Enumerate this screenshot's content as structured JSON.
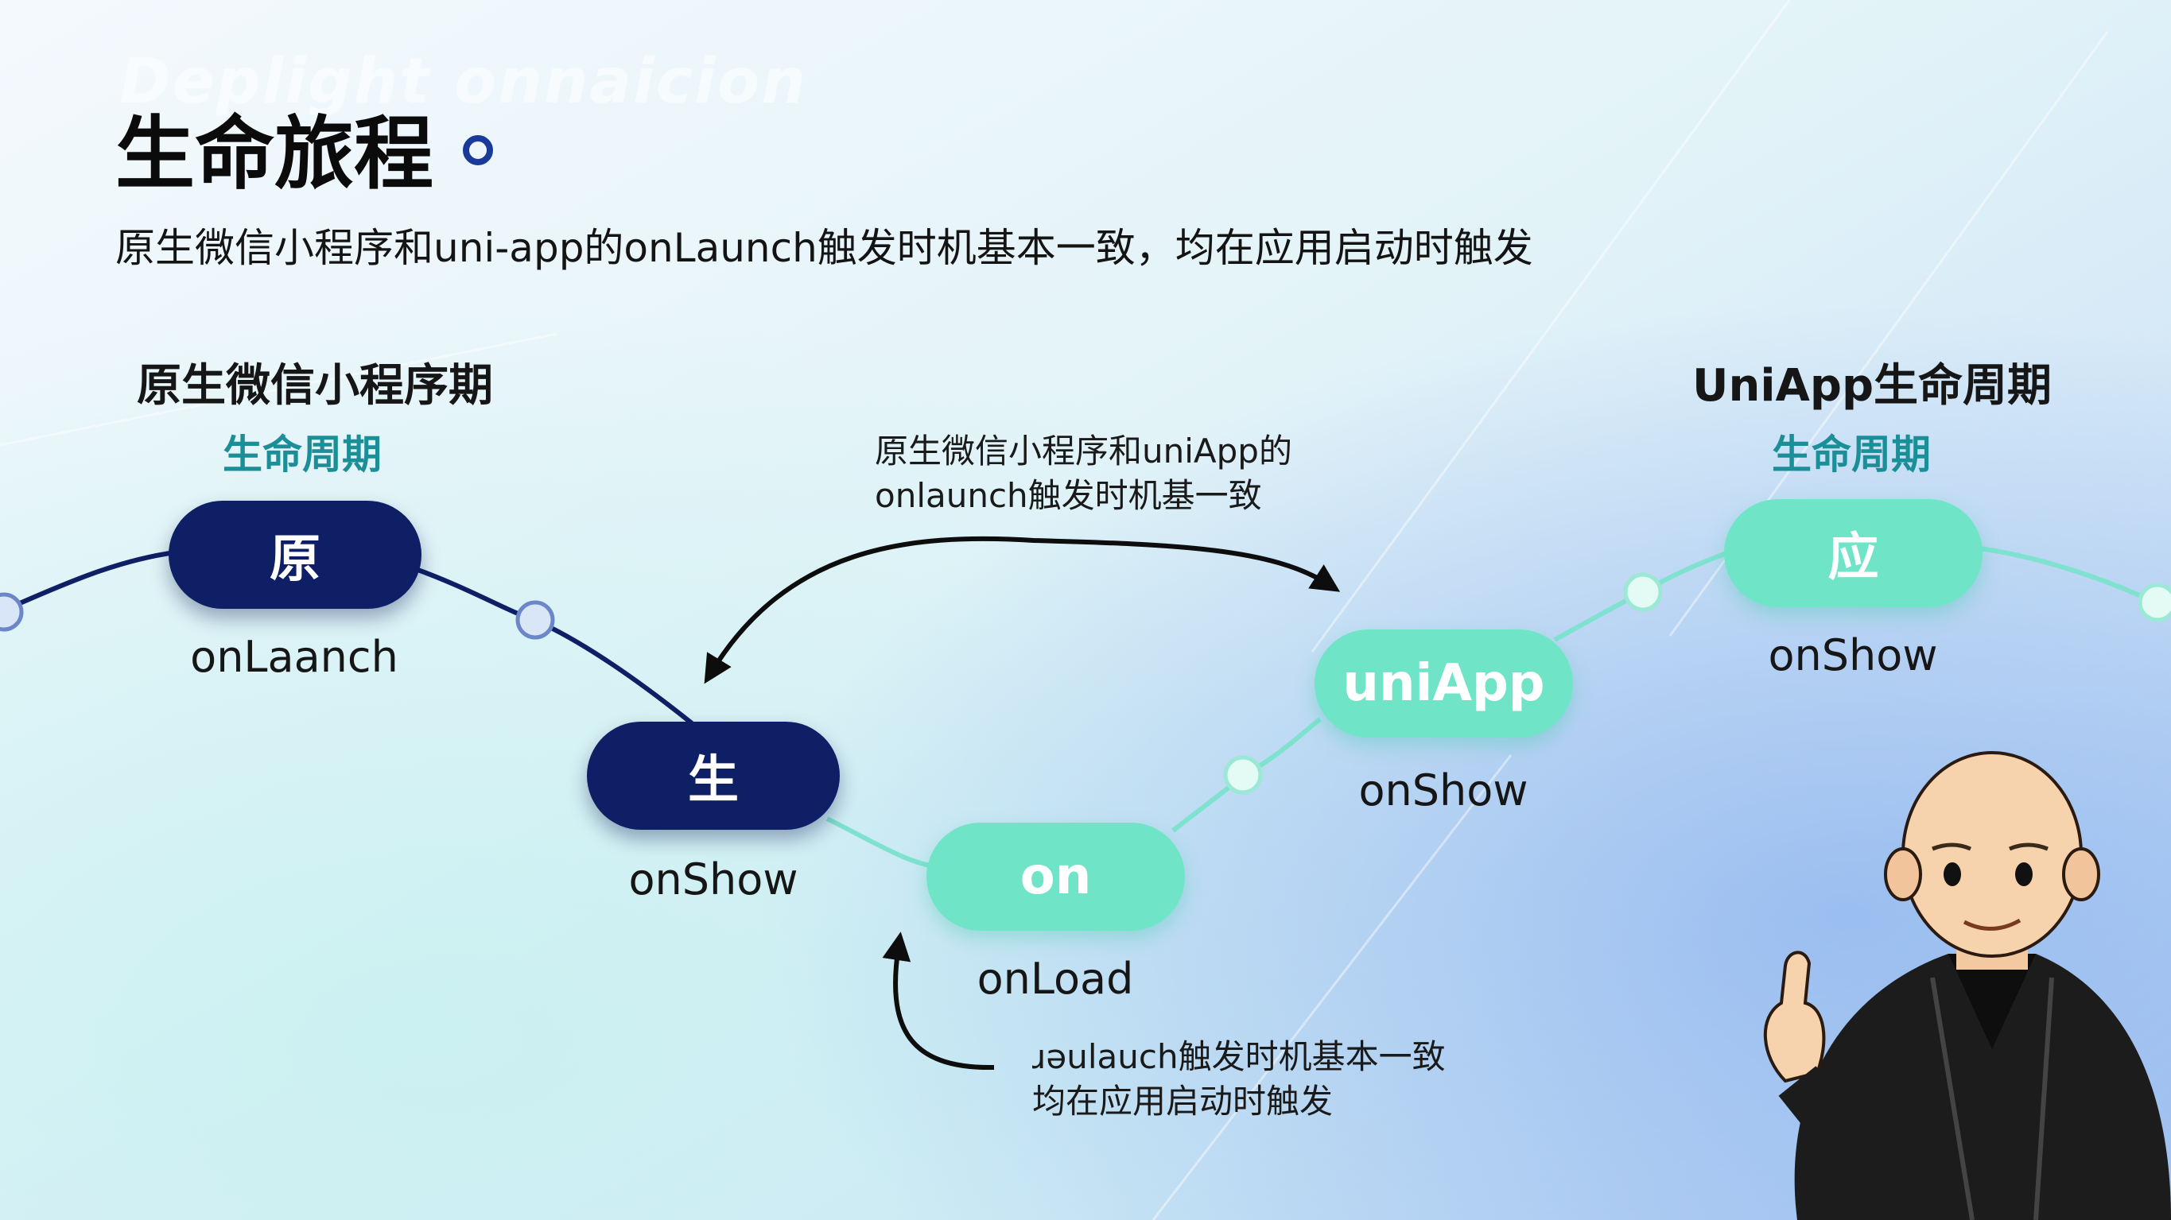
{
  "watermark": "Deplight onnaicion",
  "title": "生命旅程",
  "subtitle": "原生微信小程序和uni-app的onLaunch触发时机基本一致，均在应用启动时触发",
  "left_column": {
    "heading": "原生微信小程序期",
    "subheading": "生命周期"
  },
  "right_column": {
    "heading": "UniApp生命周期",
    "subheading": "生命周期"
  },
  "nodes": [
    {
      "label": "原",
      "caption": "onLaanch"
    },
    {
      "label": "生",
      "caption": "onShow"
    },
    {
      "label": "on",
      "caption": "onLoad"
    },
    {
      "label": "uniApp",
      "caption": "onShow"
    },
    {
      "label": "应",
      "caption": "onShow"
    }
  ],
  "callout_top": {
    "line1": "原生微信小程序和uniApp的",
    "line2": "onlaunch触发时机基一致"
  },
  "callout_bottom": {
    "line1": "ɹəulauch触发时机基本一致",
    "line2": "均在应用启动时触发"
  },
  "colors": {
    "dark_node": "#0e1f66",
    "light_node": "#6fe4c7",
    "accent_teal": "#1b8f98"
  }
}
